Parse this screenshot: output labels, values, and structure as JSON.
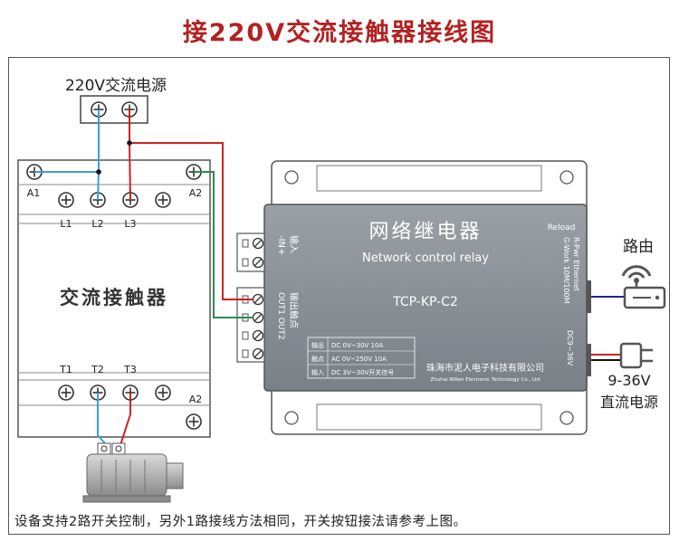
{
  "title": "接220V交流接触器接线图",
  "power_source": {
    "label": "220V交流电源"
  },
  "contactor": {
    "name": "交流接触器",
    "coil_labels": {
      "a1": "A1",
      "a2": "A2",
      "a2_bottom": "A2"
    },
    "input_terminals": [
      "L1",
      "L2",
      "L3"
    ],
    "output_terminals": [
      "T1",
      "T2",
      "T3"
    ]
  },
  "relay": {
    "name_cn": "网络继电器",
    "name_en": "Network control relay",
    "model": "TCP-KP-C2",
    "reload": "Reload",
    "leds": "R-Pwr Ethernet",
    "leds2": "G-Work 10M/100M",
    "power_port": "DC9~36V",
    "input_label": "输入",
    "input_sub": "-IN+",
    "output_label": "输出触点",
    "output_sub": "OUT1 OUT2",
    "spec_rows": [
      {
        "label": "输出",
        "value": "DC 0V~30V  10A"
      },
      {
        "label": "触点",
        "value": "AC 0V~250V 10A"
      },
      {
        "label": "输入",
        "value": "DC 3V~30V开关信号"
      }
    ],
    "company_cn": "珠海市泥人电子科技有限公司",
    "company_en": "Zhuhai NiRen Electronic Technology Co., Ltd"
  },
  "router": {
    "label": "路由"
  },
  "dc_power": {
    "label_voltage": "9-36V",
    "label_name": "直流电源"
  },
  "caption": "设备支持2路开关控制，另外1路接线方法相同，开关按钮接法请参考上图。",
  "colors": {
    "title": "#b22222",
    "wire_blue": "#3aa0d8",
    "wire_red": "#cc2222",
    "wire_green": "#2e8b57",
    "wire_navy": "#1a2a8a",
    "relay_body": "#8a8f96"
  }
}
